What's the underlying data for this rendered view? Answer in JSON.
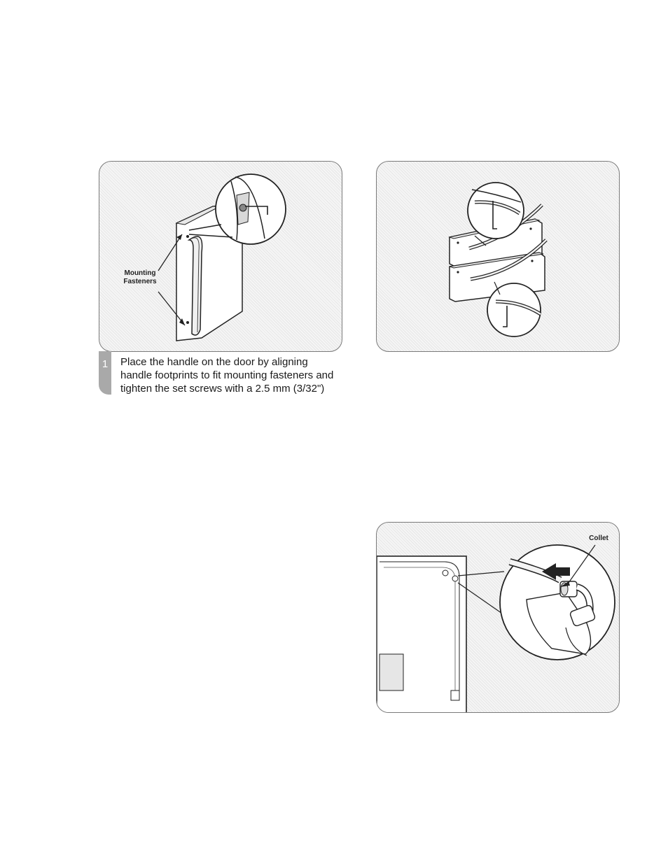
{
  "figure1": {
    "callout_label_line1": "Mounting",
    "callout_label_line2": "Fasteners"
  },
  "step1": {
    "number": "1",
    "text_lines": [
      "Place the handle on the door by aligning",
      "handle footprints to fit mounting fasteners and",
      "tighten the set screws with a 2.5 mm (3/32\")"
    ]
  },
  "figure3": {
    "callout_label": "Collet"
  }
}
